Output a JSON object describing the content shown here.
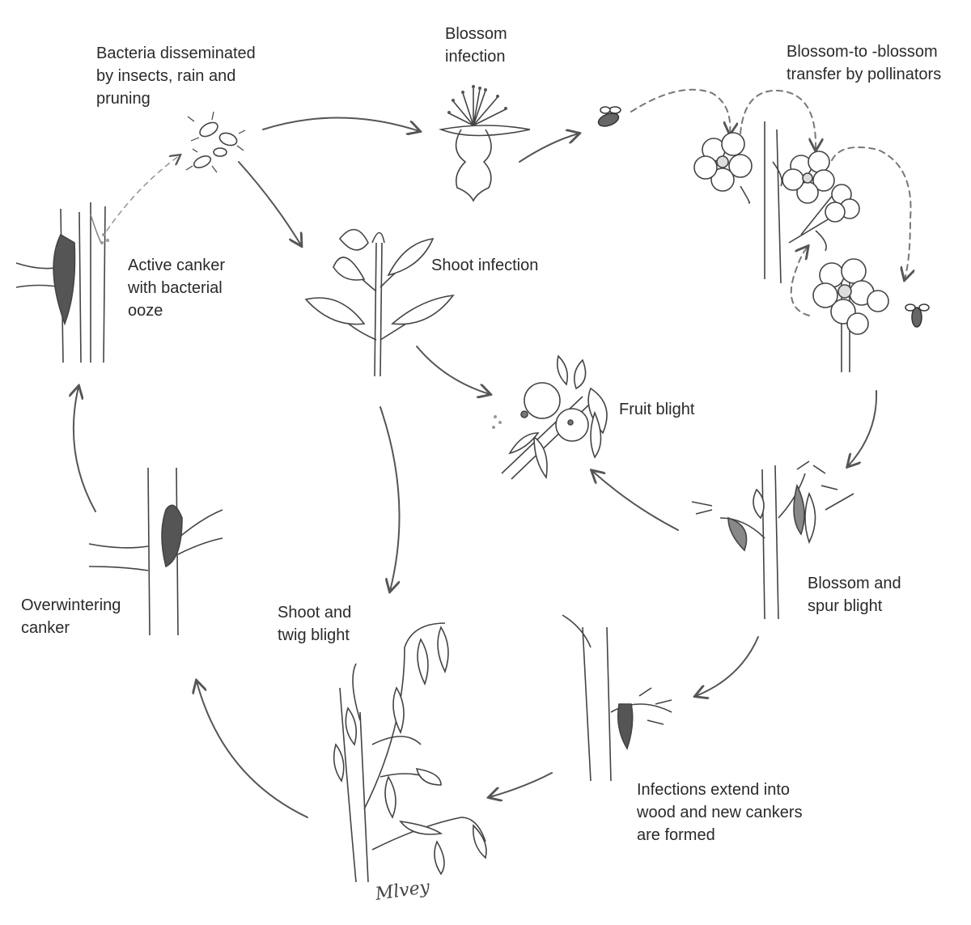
{
  "labels": {
    "bacteria_disseminated": "Bacteria disseminated\nby insects, rain and\npruning",
    "blossom_infection": "Blossom\ninfection",
    "blossom_transfer": "Blossom-to -blossom\ntransfer by pollinators",
    "active_canker": "Active canker\nwith bacterial\nooze",
    "shoot_infection": "Shoot infection",
    "fruit_blight": "Fruit blight",
    "blossom_spur_blight": "Blossom and\nspur blight",
    "overwintering_canker": "Overwintering\ncanker",
    "shoot_twig_blight": "Shoot and\ntwig blight",
    "infections_extend": "Infections extend into\nwood and new cankers\nare formed"
  },
  "artist_signature": "Mlvey",
  "colors": {
    "pencil": "#555555",
    "dark": "#333333",
    "text": "#2a2a2a"
  }
}
